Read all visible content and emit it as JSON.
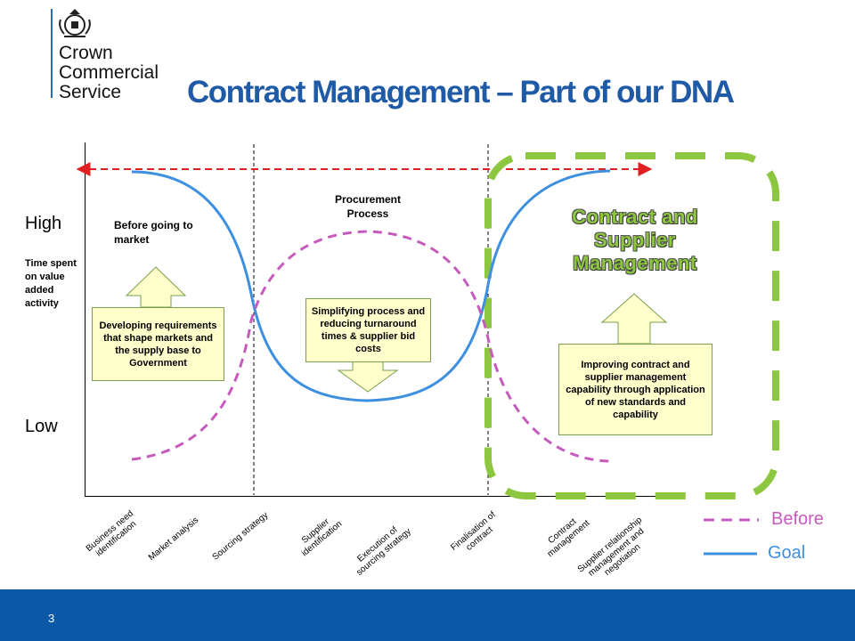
{
  "logo": {
    "line1": "Crown",
    "line2": "Commercial",
    "line3": "Service",
    "crest_icon": "royal-crest-icon"
  },
  "title": "Contract Management – Part of our DNA",
  "y_axis": {
    "high": "High",
    "description": "Time spent on value added activity",
    "low": "Low"
  },
  "labels": {
    "before_market": "Before going to market",
    "procurement": "Procurement Process",
    "contract_supplier": "Contract and Supplier Management"
  },
  "callouts": {
    "developing": "Developing requirements that shape markets and the supply base to Government",
    "simplifying": "Simplifying process and reducing turnaround times & supplier bid costs",
    "improving": "Improving contract and supplier management capability through application of new standards and capability"
  },
  "x_ticks": [
    "Business need identification",
    "Market analysis",
    "Sourcing strategy",
    "Supplier identification",
    "Execution of sourcing strategy",
    "Finalisation of contract",
    "Contract management",
    "Supplier relationship management and negotiation"
  ],
  "legend": {
    "before": "Before",
    "goal": "Goal"
  },
  "colors": {
    "title": "#1f5aa6",
    "before": "#c65bbd",
    "goal": "#3d8fe0",
    "green_box": "#8dc63f",
    "arrow_red": "#e02020",
    "callout_fill": "#ffffcc",
    "footer": "#0b58a9"
  },
  "page_number": "3"
}
